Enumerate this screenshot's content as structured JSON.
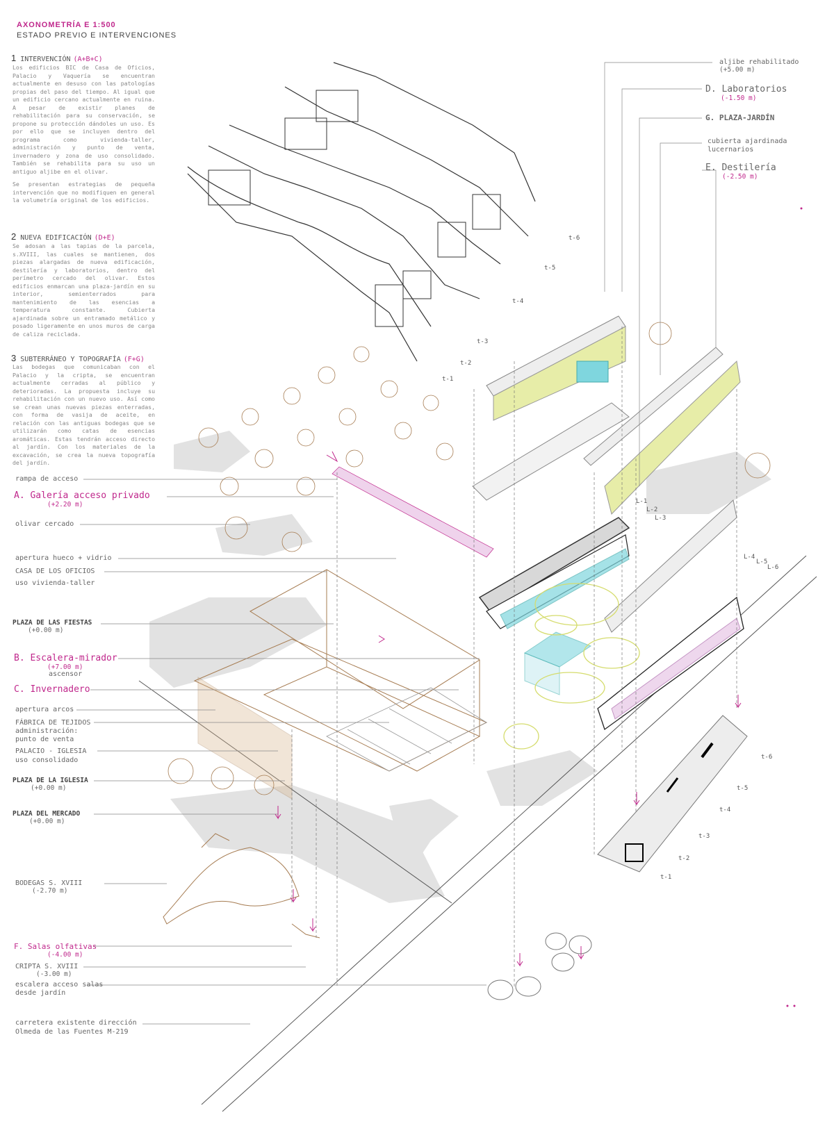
{
  "header": {
    "title": "AXONOMETRÍA  E 1:500",
    "subtitle": "ESTADO PREVIO E INTERVENCIONES"
  },
  "sections": [
    {
      "num": "1",
      "title": "INTERVENCIÓN",
      "code": "(A+B+C)",
      "paragraphs": [
        "Los edificios BIC de Casa de Oficios, Palacio y Vaquería se encuentran actualmente en desuso con las patologías propias del paso del tiempo. Al igual que un edificio cercano actualmente en ruina. A pesar de existir planes de rehabilitación para su conservación, se propone su protección dándoles un uso. Es por ello que se incluyen dentro del programa como vivienda-taller, administración y punto de venta, invernadero y zona de uso consolidado. También se rehabilita para su uso un antiguo aljibe en el olivar.",
        "Se presentan estrategias de pequeña intervención que no modifiquen en general la volumetría original de los edificios."
      ]
    },
    {
      "num": "2",
      "title": "NUEVA EDIFICACIÓN",
      "code": "(D+E)",
      "paragraphs": [
        "Se adosan a las tapias de la parcela, s.XVIII, las cuales se mantienen, dos piezas alargadas de nueva edificación, destilería y laboratorios, dentro del perímetro cercado del olivar. Estos edificios enmarcan una plaza-jardín en su interior, semienterrados para mantenimiento de las esencias a temperatura constante. Cubierta ajardinada sobre un entramado metálico y posado ligeramente en unos muros de carga de caliza reciclada."
      ]
    },
    {
      "num": "3",
      "title": "SUBTERRÁNEO Y TOPOGRAFÍA",
      "code": "(F+G)",
      "paragraphs": [
        "Las bodegas que comunicaban con el Palacio y la cripta, se encuentran actualmente cerradas al público y deterioradas. La propuesta incluye su rehabilitación con un nuevo uso. Así como se crean unas nuevas piezas enterradas, con forma de vasija de aceite, en relación con las antiguas bodegas que se utilizarán como catas de esencias aromáticas. Estas tendrán acceso directo al jardín. Con los materiales de la excavación, se crea la nueva topografía del jardín."
      ]
    }
  ],
  "left_labels": {
    "rampa": "rampa de acceso",
    "galeria": "A. Galería acceso privado",
    "galeria_level": "(+2.20 m)",
    "olivar": "olivar cercado",
    "apertura_hueco": "apertura hueco + vidrio",
    "casa_oficios": "CASA DE  LOS OFICIOS",
    "casa_uso": "uso vivienda-taller",
    "plaza_fiestas": "PLAZA DE LAS FIESTAS",
    "plaza_fiestas_level": "(+0.00 m)",
    "escalera": "B. Escalera-mirador",
    "escalera_level": "(+7.00 m)",
    "ascensor": "ascensor",
    "invernadero": "C. Invernadero",
    "apertura_arcos": "apertura arcos",
    "fabrica": "FÁBRICA DE TEJIDOS",
    "fabrica_uso1": "administración:",
    "fabrica_uso2": "punto de venta",
    "palacio": "PALACIO - IGLESIA",
    "palacio_uso": "uso consolidado",
    "plaza_iglesia": "PLAZA DE LA IGLESIA",
    "plaza_iglesia_level": "(+0.00 m)",
    "plaza_mercado": "PLAZA DEL MERCADO",
    "plaza_mercado_level": "(+0.00 m)",
    "bodegas": "BODEGAS S. XVIII",
    "bodegas_level": "(-2.70 m)",
    "salas": "F. Salas olfativas",
    "salas_level": "(-4.00 m)",
    "cripta": "CRIPTA S. XVIII",
    "cripta_level": "(-3.00 m)",
    "escalera_acceso1": "escalera acceso salas",
    "escalera_acceso2": "desde jardín",
    "carretera1": "carretera existente dirección",
    "carretera2": "Olmeda de las Fuentes M-219"
  },
  "right_labels": {
    "aljibe": "aljibe rehabilitado",
    "aljibe_level": "(+5.00 m)",
    "laboratorios": "D. Laboratorios",
    "laboratorios_level": "(-1.50 m)",
    "plaza_jardin": "G. PLAZA-JARDÍN",
    "cubierta1": "cubierta ajardinada",
    "cubierta2": "lucernarios",
    "destileria": "E. Destilería",
    "destileria_level": "(-2.50 m)"
  },
  "section_ticks_top": [
    "t-6",
    "t-5",
    "t-4",
    "t-3",
    "t-2",
    "t-1"
  ],
  "section_ticks_bottom": [
    "t-6",
    "t-5",
    "t-4",
    "t-3",
    "t-2",
    "t-1"
  ],
  "level_ticks_lab": [
    "L-1",
    "L-2",
    "L-3"
  ],
  "level_ticks_dest": [
    "L-4",
    "L-5",
    "L-6"
  ],
  "colors": {
    "accent_magenta": "#c0288c",
    "tree_brown": "#a67c52",
    "glass_cyan": "#7fd6de",
    "roof_green": "#e7eda8",
    "shadow_grey": "#dcdcdc"
  }
}
